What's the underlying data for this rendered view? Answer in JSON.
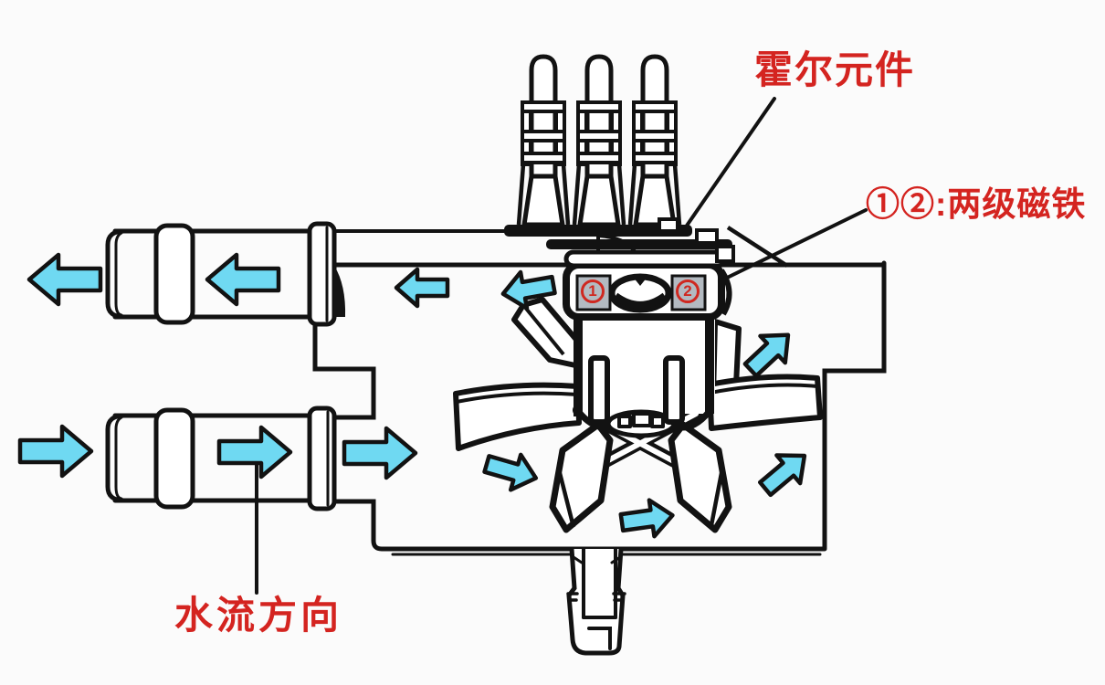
{
  "diagram": {
    "type": "water-flow-sensor-cutaway",
    "annotations": {
      "hall_element": "霍尔元件",
      "magnet_pair": "①②:两级磁铁",
      "flow_direction": "水流方向"
    },
    "magnet_markers": {
      "left": "1",
      "right": "2"
    },
    "colors": {
      "annotation_red": "#d42420",
      "arrow_fill": "#6fd9f2",
      "line_black": "#121212",
      "magnet_gray": "#b3bac1",
      "background": "#fbfbfb"
    }
  }
}
